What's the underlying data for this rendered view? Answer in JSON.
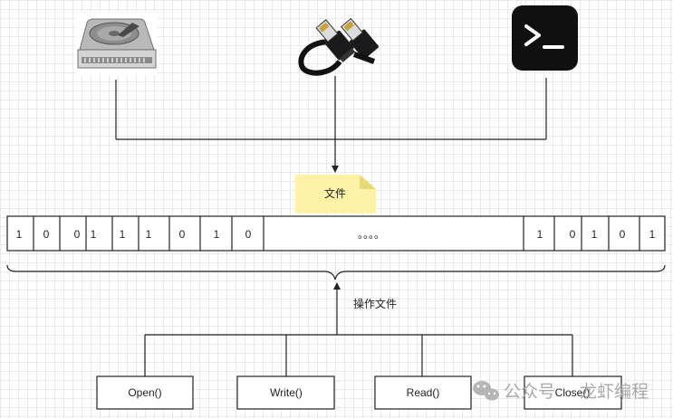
{
  "file_note": {
    "label": "文件"
  },
  "bits": {
    "left": [
      "1",
      "0",
      "0",
      "1",
      "1",
      "1",
      "0",
      "1",
      "0"
    ],
    "ellipsis": "。。。。",
    "right": [
      "1",
      "0",
      "1",
      "0",
      "1"
    ]
  },
  "operations_label": "操作文件",
  "functions": [
    "Open()",
    "Write()",
    "Read()",
    "Close()"
  ],
  "icons": [
    "hard-disk-icon",
    "network-cable-icon",
    "terminal-icon"
  ],
  "watermark": {
    "brand": "公众号",
    "name": "龙虾编程"
  },
  "colors": {
    "note_fill": "#fdf2a6",
    "note_fold": "#e9d876",
    "line": "#222222"
  }
}
